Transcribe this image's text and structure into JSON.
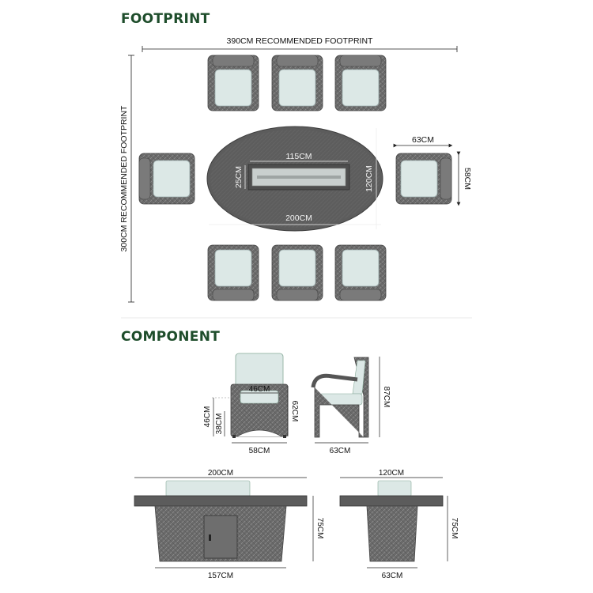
{
  "colors": {
    "heading": "#1e4d2b",
    "wicker": "#6a6a6a",
    "wicker_dark": "#4a4a4a",
    "cushion": "#dce8e6",
    "table_top": "#5c5c5c",
    "burner": "#c9cfce"
  },
  "sections": {
    "footprint_title": "FOOTPRINT",
    "component_title": "COMPONENT"
  },
  "footprint": {
    "width_label": "390CM RECOMMENDED FOOTPRINT",
    "height_label": "300CM RECOMMENDED FOOTPRINT",
    "burner_length": "115CM",
    "burner_width": "25CM",
    "table_width": "120CM",
    "table_length": "200CM",
    "chair_width": "63CM",
    "chair_depth": "58CM"
  },
  "component": {
    "chair_front": {
      "seat_width": "46CM",
      "arm_height": "62CM",
      "seat_height": "46CM",
      "seat_to_floor": "38CM",
      "width": "58CM"
    },
    "chair_side": {
      "height": "87CM",
      "depth": "63CM"
    },
    "table_front": {
      "length": "200CM",
      "height": "75CM",
      "base_length": "157CM"
    },
    "table_side": {
      "width": "120CM",
      "height": "75CM",
      "base_width": "63CM"
    }
  }
}
